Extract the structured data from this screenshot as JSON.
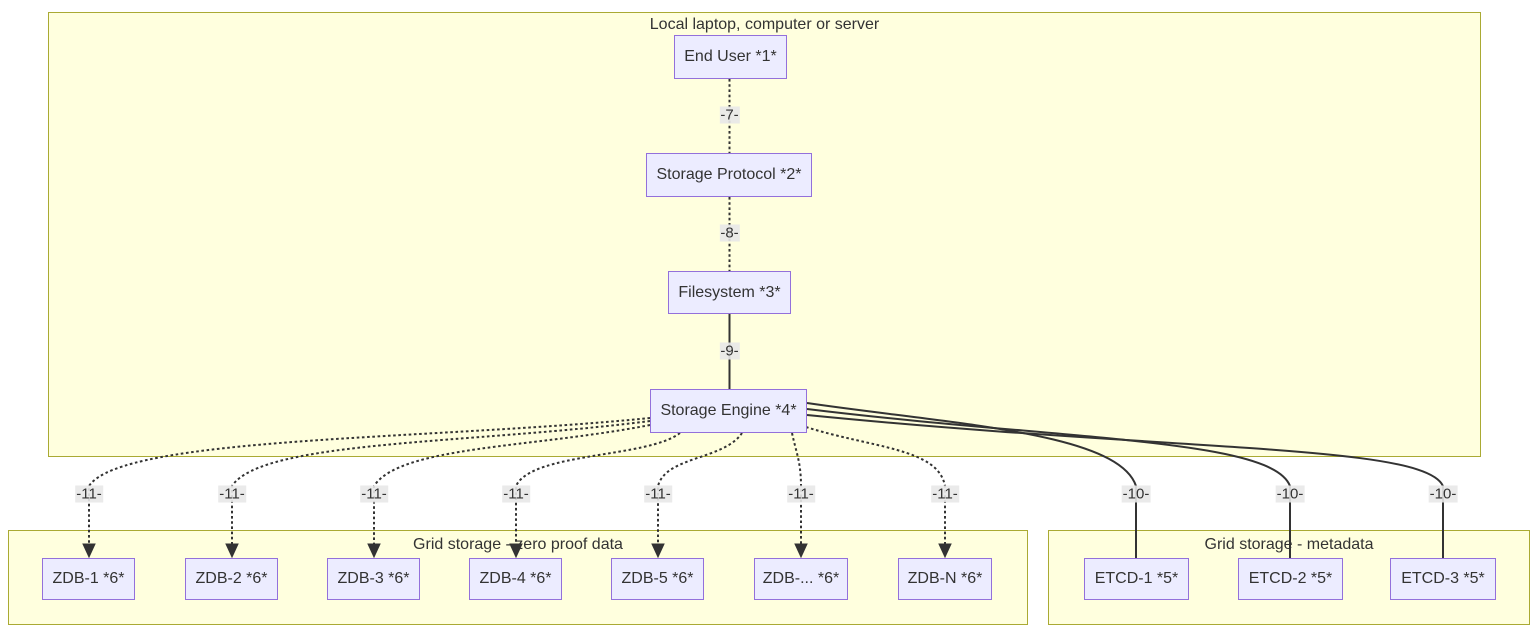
{
  "containers": {
    "local": {
      "label": "Local laptop, computer or server"
    },
    "grid_zdb": {
      "label": "Grid storage - zero proof data"
    },
    "grid_etcd": {
      "label": "Grid storage - metadata"
    }
  },
  "nodes": {
    "end_user": "End User *1*",
    "storage_protocol": "Storage Protocol *2*",
    "filesystem": "Filesystem *3*",
    "storage_engine": "Storage Engine *4*",
    "zdb_1": "ZDB-1 *6*",
    "zdb_2": "ZDB-2 *6*",
    "zdb_3": "ZDB-3 *6*",
    "zdb_4": "ZDB-4 *6*",
    "zdb_5": "ZDB-5 *6*",
    "zdb_dots": "ZDB-... *6*",
    "zdb_n": "ZDB-N *6*",
    "etcd_1": "ETCD-1 *5*",
    "etcd_2": "ETCD-2 *5*",
    "etcd_3": "ETCD-3 *5*"
  },
  "edges": {
    "e7": "-7-",
    "e8": "-8-",
    "e9": "-9-",
    "e10": [
      "-10-",
      "-10-",
      "-10-"
    ],
    "e11": [
      "-11-",
      "-11-",
      "-11-",
      "-11-",
      "-11-",
      "-11-",
      "-11-"
    ]
  },
  "colors": {
    "background": "#ffffff",
    "container_fill": "#ffffde",
    "container_border": "#aaaa33",
    "node_fill": "#ececff",
    "node_border": "#9370db",
    "edge_stroke": "#333333",
    "edge_label_bg": "#e8e8e8",
    "text": "#333333"
  }
}
